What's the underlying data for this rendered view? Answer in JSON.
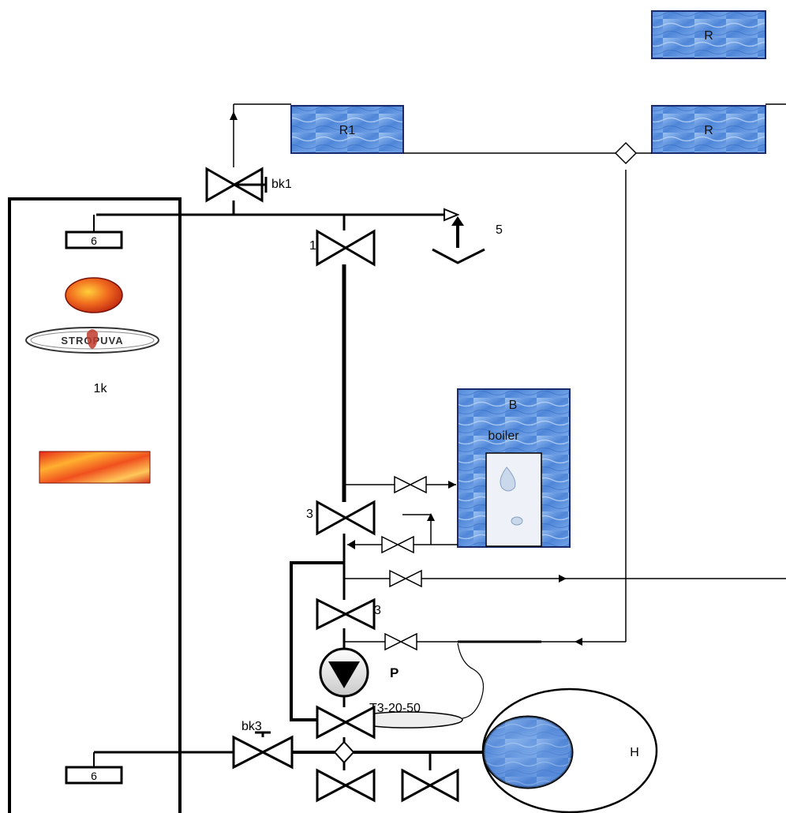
{
  "colors": {
    "water": "#4f86d8",
    "water_light": "#8fb7ee",
    "fire": "#e8401a",
    "fire_light": "#ffb030",
    "line": "#000000",
    "logo_red": "#c0392b"
  },
  "labels": {
    "tank_r_top": "R",
    "tank_r1": "R1",
    "tank_r_mid": "R",
    "boiler_b": "B",
    "boiler_word": "boiler",
    "valve_bk1": "bk1",
    "valve_1": "1",
    "item_5": "5",
    "valve_3_upper": "3",
    "valve_3_lower": "3",
    "pump_p": "P",
    "pump_model": "T3-20-50",
    "valve_bk3": "bk3",
    "tank_h": "H",
    "boiler_1k": "1k",
    "sensor_top": "6",
    "sensor_bottom": "6",
    "logo": "STROPUVA"
  }
}
